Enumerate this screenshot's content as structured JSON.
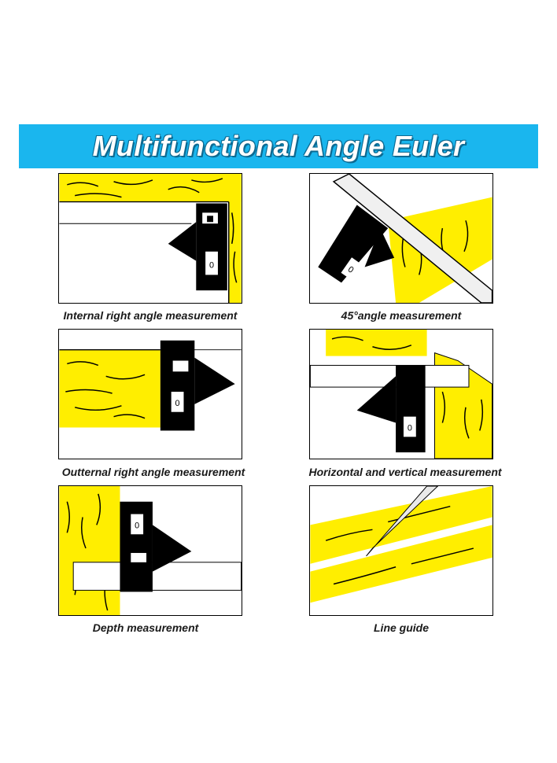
{
  "banner": {
    "title": "Multifunctional Angle Euler"
  },
  "panels": [
    {
      "caption": "Internal right angle measurement",
      "icon": "internal-right-angle-illustration"
    },
    {
      "caption": "45°angle measurement",
      "icon": "45-degree-angle-illustration"
    },
    {
      "caption": "Outternal right angle measurement",
      "icon": "external-right-angle-illustration"
    },
    {
      "caption": "Horizontal and vertical measurement",
      "icon": "horizontal-vertical-illustration"
    },
    {
      "caption": "Depth measurement",
      "icon": "depth-measurement-illustration"
    },
    {
      "caption": "Line guide",
      "icon": "line-guide-illustration"
    }
  ],
  "colors": {
    "banner": "#1ab6ee",
    "wood": "#ffee00",
    "tool": "#000000"
  }
}
